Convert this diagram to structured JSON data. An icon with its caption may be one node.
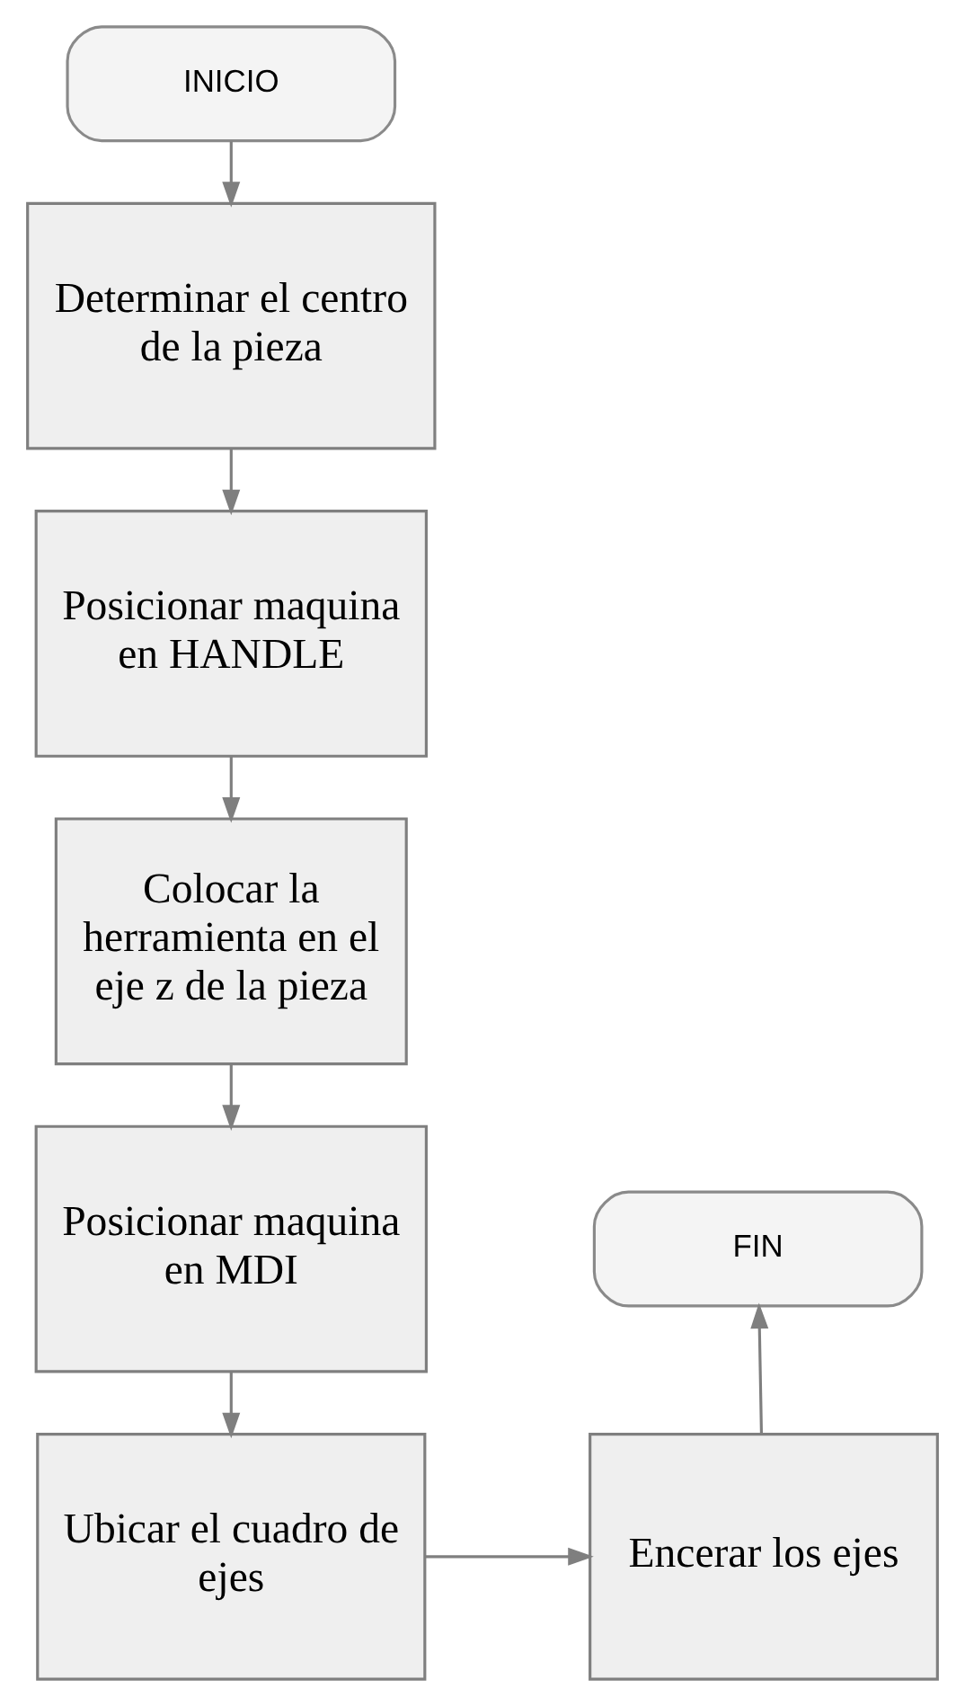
{
  "diagram": {
    "nodes": [
      {
        "text": [
          "INICIO"
        ]
      },
      {
        "text": [
          "Determinar el centro de la pieza"
        ]
      },
      {
        "text": [
          "Posicionar maquina en HANDLE"
        ]
      },
      {
        "text": [
          "Colocar la herramienta en el eje z de la pieza"
        ]
      },
      {
        "text": [
          "Posicionar maquina en MDI"
        ]
      },
      {
        "text": [
          "Ubicar el cuadro de ejes"
        ]
      },
      {
        "text": [
          "Encerar los ejes"
        ]
      },
      {
        "text": [
          "FIN"
        ]
      }
    ],
    "edges": [
      {
        "from": 0,
        "to": 1,
        "arrow": "to"
      },
      {
        "from": 1,
        "to": 2,
        "arrow": "to"
      },
      {
        "from": 2,
        "to": 3,
        "arrow": "to"
      },
      {
        "from": 3,
        "to": 4,
        "arrow": "to"
      },
      {
        "from": 4,
        "to": 5,
        "arrow": "to"
      },
      {
        "from": 5,
        "to": 6,
        "arrow": "to"
      },
      {
        "from": 6,
        "to": 7,
        "arrow": "to"
      }
    ]
  }
}
